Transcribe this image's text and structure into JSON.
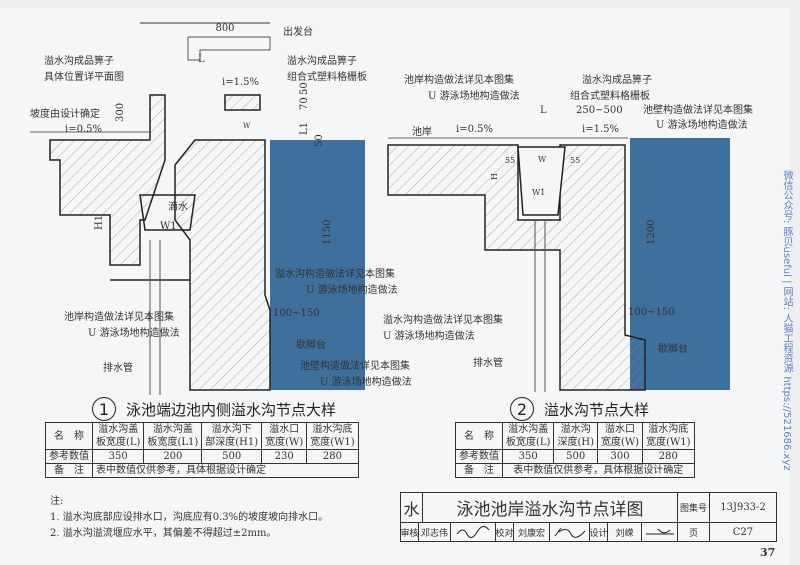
{
  "detail1": {
    "number": "1",
    "title": "泳池端边池内侧溢水沟节点大样",
    "labels": {
      "dim_800": "800",
      "start_block": "出发台",
      "grate_left_1": "溢水沟成品箅子",
      "grate_left_2": "具体位置详平面图",
      "grate_right_1": "溢水沟成品箅子",
      "grate_right_2": "组合式塑料格栅板",
      "slope_design": "坡度由设计确定",
      "dim_L": "L",
      "slope_15": "i=1.5%",
      "slope_05": "i=0.5%",
      "dim_300": "300",
      "dim_70": "70",
      "dim_50a": "50",
      "dim_L1": "L1",
      "dim_50b": "50",
      "dim_W": "W",
      "drip": "滴水",
      "dim_W1": "W1",
      "dim_H1": "H1",
      "dim_1150": "1150",
      "gutter_ref_1": "溢水沟构造做法详见本图集",
      "gutter_ref_2": "U 游泳场地构造做法",
      "deck_ref_1": "池岸构造做法详见本图集",
      "deck_ref_2": "U 游泳场地构造做法",
      "dim_100_150": "100~150",
      "rest_ledge": "歇脚台",
      "drain_pipe": "排水管",
      "wall_ref_1": "池壁构造做法详见本图集",
      "wall_ref_2": "U 游泳场地构造做法"
    },
    "table": {
      "header": [
        "名　称",
        "溢水沟盖\n板宽度(L)",
        "溢水沟盖\n板宽度(L1)",
        "溢水沟下\n部深度(H1)",
        "溢水口\n宽度(W)",
        "溢水沟底\n宽度(W1)"
      ],
      "ref_label": "参考数值",
      "values": [
        "350",
        "200",
        "500",
        "230",
        "280"
      ],
      "remark_label": "备　注",
      "remark": "表中数值仅供参考，具体根据设计确定"
    }
  },
  "detail2": {
    "number": "2",
    "title": "溢水沟节点大样",
    "labels": {
      "deck_ref_1": "池岸构造做法详见本图集",
      "deck_ref_2": "U 游泳场地构造做法",
      "grate_1": "溢水沟成品箅子",
      "grate_2": "组合式塑料格栅板",
      "dim_L": "L",
      "dim_250_500": "250~500",
      "wall_ref_1": "池壁构造做法详见本图集",
      "wall_ref_2": "U 游泳场地构造做法",
      "deck": "池岸",
      "slope_05": "i=0.5%",
      "slope_15": "i=1.5%",
      "dim_55a": "55",
      "dim_55b": "55",
      "dim_W": "W",
      "dim_H": "H",
      "dim_W1": "W1",
      "dim_1200": "1200",
      "gutter_ref_1": "溢水沟构造做法详见本图集",
      "gutter_ref_2": "U 游泳场地构造做法",
      "dim_100_150": "100~150",
      "rest_ledge": "歇脚台",
      "drain_pipe": "排水管"
    },
    "table": {
      "header": [
        "名　称",
        "溢水沟盖\n板宽度(L)",
        "溢水沟\n深度(H)",
        "溢水口\n宽度(W)",
        "溢水沟底\n宽度(W1)"
      ],
      "ref_label": "参考数值",
      "values": [
        "350",
        "500",
        "300",
        "280"
      ],
      "remark_label": "备　注",
      "remark": "表中数值仅供参考，具体根据设计确定"
    }
  },
  "notes": {
    "heading": "注:",
    "items": [
      "1. 溢水沟底部应设排水口，沟底应有0.3%的坡度坡向排水口。",
      "2. 溢水沟溢流堰应水平，其偏差不得超过±2mm。"
    ]
  },
  "title_block": {
    "category": "水",
    "title": "泳池池岸溢水沟节点详图",
    "atlas_label": "图集号",
    "atlas_no": "13J933-2",
    "review_label": "审核",
    "reviewer": "邓志伟",
    "check_label": "校对",
    "checker": "刘康宏",
    "design_label": "设计",
    "designer": "刘嵘",
    "page_label": "页",
    "page": "C27"
  },
  "page_number": "37",
  "watermark": "微信公众号: 豚贝useful | 网站: 人猫工程资源 https://521686.xyz",
  "colors": {
    "water": "#3f6f9c",
    "paper": "#f5f6f7",
    "ink": "#333333"
  }
}
